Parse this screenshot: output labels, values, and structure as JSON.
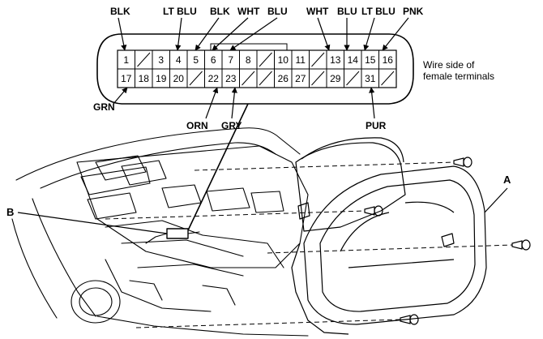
{
  "connector": {
    "top_row": [
      "1",
      "",
      "3",
      "4",
      "5",
      "6",
      "7",
      "8",
      "",
      "10",
      "11",
      "",
      "13",
      "14",
      "15",
      "16"
    ],
    "bottom_row": [
      "17",
      "18",
      "19",
      "20",
      "",
      "22",
      "23",
      "",
      "",
      "26",
      "27",
      "",
      "29",
      "",
      "31",
      ""
    ],
    "note_line1": "Wire side of",
    "note_line2": "female terminals"
  },
  "wire_labels": [
    {
      "id": "blk-1",
      "text": "BLK"
    },
    {
      "id": "ltblu-4",
      "text": "LT BLU"
    },
    {
      "id": "blk-5",
      "text": "BLK"
    },
    {
      "id": "wht-6",
      "text": "WHT"
    },
    {
      "id": "blu-7",
      "text": "BLU"
    },
    {
      "id": "wht-13",
      "text": "WHT"
    },
    {
      "id": "blu-14",
      "text": "BLU"
    },
    {
      "id": "ltblu-15",
      "text": "LT BLU"
    },
    {
      "id": "pnk-16",
      "text": "PNK"
    },
    {
      "id": "grn-17",
      "text": "GRN"
    },
    {
      "id": "orn-22",
      "text": "ORN"
    },
    {
      "id": "gry-23",
      "text": "GRY"
    },
    {
      "id": "pur-31",
      "text": "PUR"
    }
  ],
  "callouts": {
    "a": "A",
    "b": "B"
  },
  "colors": {
    "line": "#000000",
    "background": "#ffffff"
  }
}
